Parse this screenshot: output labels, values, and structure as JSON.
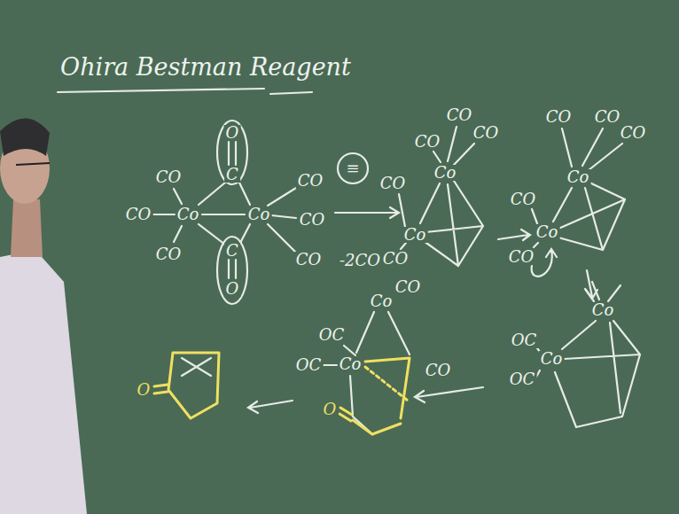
{
  "diagram": {
    "title": "Ohira Bestman Reagent",
    "labels": [
      "CO",
      "CO",
      "Co",
      "Co",
      "CO",
      "O",
      "C",
      "C",
      "O",
      "CO",
      "CO",
      "CO",
      "≡",
      "-2CO",
      "CO",
      "CO",
      "CO",
      "Co",
      "CO",
      "Co",
      "CO",
      "CO",
      "CO",
      "CO",
      "Co",
      "CO",
      "Co",
      "CO",
      "Co",
      "OC",
      "OC",
      "Co",
      "Co",
      "CO",
      "OC",
      "OC",
      "Co",
      "CO",
      "O",
      "O"
    ]
  }
}
